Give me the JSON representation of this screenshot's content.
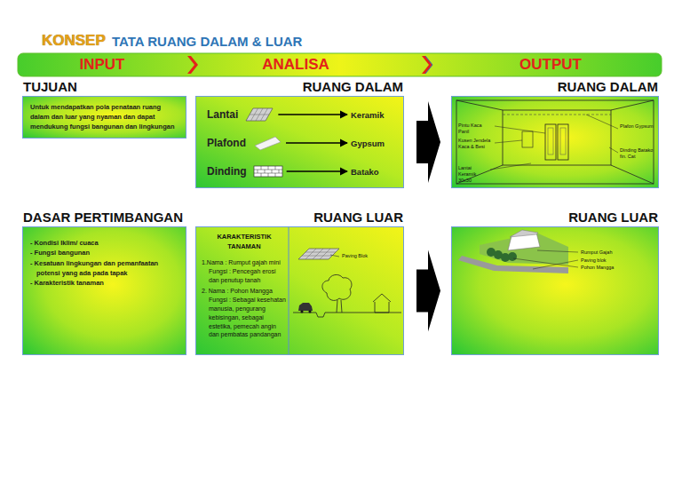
{
  "diagram": {
    "title": "KONSEP",
    "nodes": [
      {
        "text": [
          "TUJUAN",
          "Untuk mendapatkan pola penataan ruang dalam dan luar yang nyaman dan dapat mendukung fungsi bangunan dan lingkungan"
        ]
      },
      {
        "text": [
          "RUANG DALAM"
        ]
      },
      {
        "text": [
          "Lantai"
        ],
        "in": 1
      },
      {
        "text": [
          "Keramik"
        ],
        "in": 1
      },
      {
        "text": [
          "Plafond"
        ],
        "in": 1
      },
      {
        "text": [
          "Gypsum"
        ],
        "in": 1
      },
      {
        "text": [
          "Dinding"
        ],
        "in": 1
      },
      {
        "text": [
          "Batako"
        ],
        "in": 1
      },
      {
        "text": [
          "RUANG DALAM"
        ]
      },
      {
        "text": [
          "DASAR PERTIMBANGAN",
          "- Kondisi Iklim/ cuaca",
          "- Fungsi bangunan",
          "- Kesatuan lingkungan dan pemanfaatan potensi yang ada pada tapak",
          "- Karakteristik tanaman"
        ]
      },
      {
        "text": [
          "RUANG LUAR",
          "KARAKTERISTIK TANAMAN",
          "1.Nama : Rumput gajah mini",
          "Fungsi : Pencegah erosi dan penutup tanah",
          "2. Nama : Pohon Mangga",
          "Fungsi : Sebagai kesehatan manusia, pengurang kebisingan, sebagai estetika, pemecah angin dan pembatas pandangan"
        ]
      },
      {
        "text": [
          "RUANG LUAR"
        ]
      }
    ],
    "edges": [
      {
        "from": 2,
        "to": 3,
        "arrow": "to"
      },
      {
        "from": 4,
        "to": 5,
        "arrow": "to"
      },
      {
        "from": 6,
        "to": 7,
        "arrow": "to"
      },
      {
        "from": 1,
        "to": 8,
        "arrow": "to"
      },
      {
        "from": 10,
        "to": 11,
        "arrow": "to"
      }
    ],
    "labels": [
      "TATA RUANG DALAM & LUAR",
      "INPUT",
      "ANALISA",
      "OUTPUT",
      "Pintu Kaca Panil",
      "Kusen Jendela Kaca & Besi",
      "Lantai Keramik 30x30",
      "Plafon Gypsum",
      "Dinding Batako fin. Cat",
      "Paving Blok",
      "Rumput Gajah",
      "Paving blok",
      "Pohon Mangga"
    ]
  }
}
